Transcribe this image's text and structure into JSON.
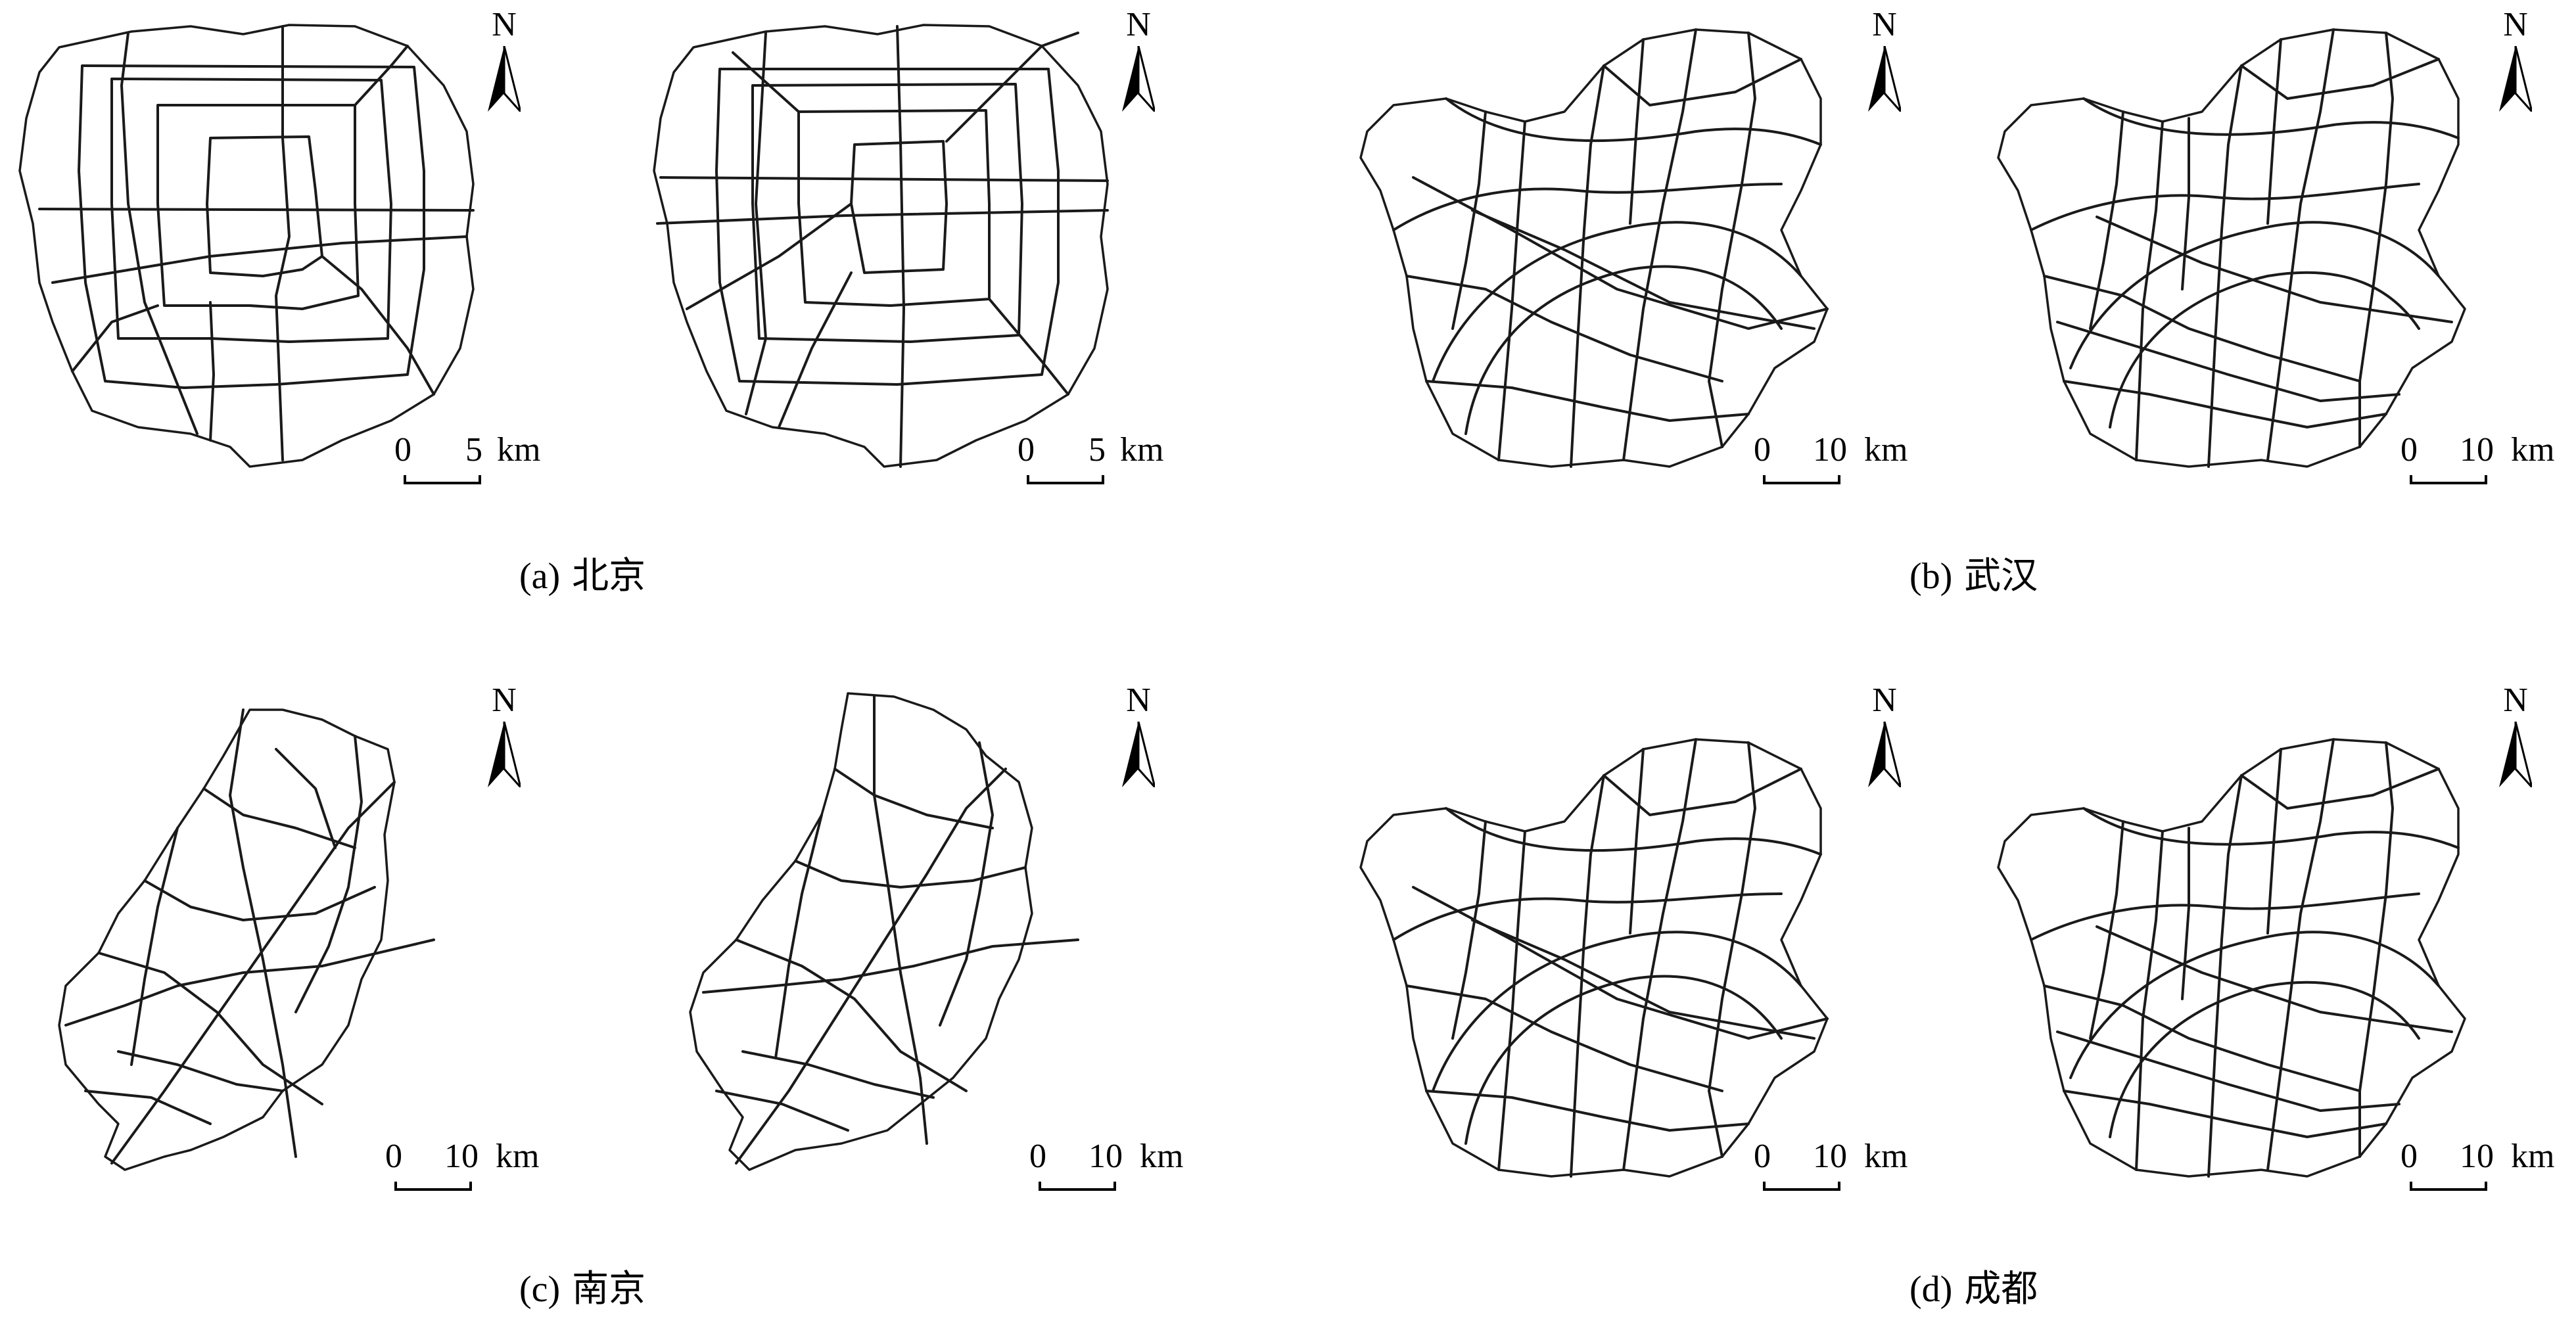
{
  "panels": [
    {
      "id": "a",
      "label": "(a)",
      "city": "北京",
      "scale_zero": "0",
      "scale_dist": "5",
      "scale_unit": "km",
      "north": "N"
    },
    {
      "id": "b",
      "label": "(b)",
      "city": "武汉",
      "scale_zero": "0",
      "scale_dist": "10",
      "scale_unit": "km",
      "north": "N"
    },
    {
      "id": "c",
      "label": "(c)",
      "city": "南京",
      "scale_zero": "0",
      "scale_dist": "10",
      "scale_unit": "km",
      "north": "N"
    },
    {
      "id": "d",
      "label": "(d)",
      "city": "成都",
      "scale_zero": "0",
      "scale_dist": "10",
      "scale_unit": "km",
      "north": "N"
    }
  ],
  "colors": {
    "line": "#1a1a1a",
    "background": "#ffffff"
  }
}
